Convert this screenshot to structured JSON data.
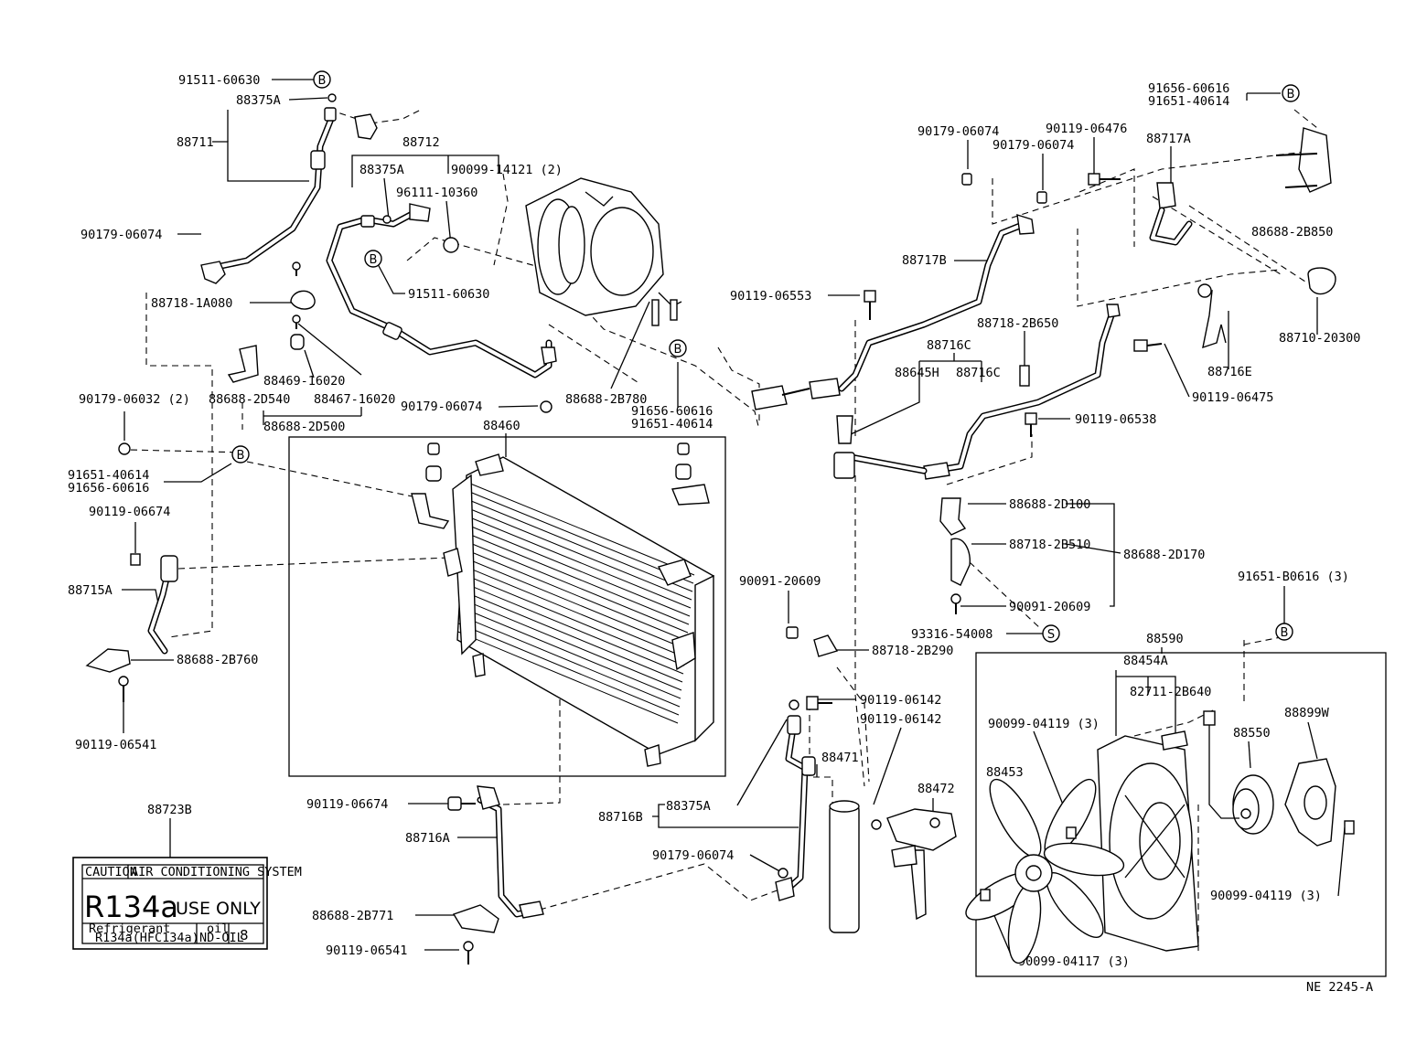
{
  "diagram_ref": "NE 2245-A",
  "marker_b": "B",
  "marker_s": "S",
  "labels": {
    "p9151160630a": "91511-60630",
    "p88375a_1": "88375A",
    "p88711": "88711",
    "p88712": "88712",
    "p88375a_2": "88375A",
    "p9009914121": "90099-14121 (2)",
    "p9611110360": "96111-10360",
    "p9017906074a": "90179-06074",
    "p9151160630b": "91511-60630",
    "p887181a080": "88718-1A080",
    "p8846916020": "88469-16020",
    "p888682d540": "88688-2D540",
    "p8846716020": "88467-16020",
    "p888682d500": "88688-2D500",
    "p9017906074b": "90179-06074",
    "p888682b780": "88688-2B780",
    "p9165660616a": "91656-60616",
    "p9165140614a": "91651-40614",
    "p9017906032": "90179-06032 (2)",
    "p9165140614b": "91651-40614",
    "p9165660616b": "91656-60616",
    "p9011906674a": "90119-06674",
    "p88715a": "88715A",
    "p888682b760": "88688-2B760",
    "p9011906541a": "90119-06541",
    "p88460": "88460",
    "p9017906074c": "90179-06074",
    "p9011906476": "90119-06476",
    "p9017906074d": "90179-06074",
    "p88717a": "88717A",
    "p9165660616c": "91656-60616",
    "p9165140614c": "91651-40614",
    "p888682b850": "88688-2B850",
    "p88717b": "88717B",
    "p9011906553": "90119-06553",
    "p887182b650": "88718-2B650",
    "p8871020300": "88710-20300",
    "p88716c_1": "88716C",
    "p88645h": "88645H",
    "p88716c_2": "88716C",
    "p88716e": "88716E",
    "p9011906475": "90119-06475",
    "p9011906538": "90119-06538",
    "p888682d100": "88688-2D100",
    "p887182b510": "88718-2B510",
    "p888682d170": "88688-2D170",
    "p9009120609a": "90091-20609",
    "p9009120609b": "90091-20609",
    "p9331654008": "93316-54008",
    "p887182b290": "88718-2B290",
    "p9165180616": "91651-B0616 (3)",
    "p88590": "88590",
    "p88454a": "88454A",
    "p827112b640": "82711-2B640",
    "p9009904119a": "90099-04119 (3)",
    "p88899w": "88899W",
    "p88550": "88550",
    "p88453": "88453",
    "p9009904119b": "90099-04119 (3)",
    "p9009904117": "90099-04117 (3)",
    "p9011906142a": "90119-06142",
    "p9011906142b": "90119-06142",
    "p88471": "88471",
    "p88472": "88472",
    "p9011906674b": "90119-06674",
    "p88375a_3": "88375A",
    "p88716b": "88716B",
    "p88716a": "88716A",
    "p9017906074e": "90179-06074",
    "p888682b771": "88688-2B771",
    "p9011906541b": "90119-06541",
    "p88723b": "88723B"
  },
  "caution_label": {
    "caution": "CAUTION",
    "system": "AIR CONDITIONING SYSTEM",
    "r134a": "R134a",
    "use_only": "USE ONLY",
    "refrigerant": "Refrigerant",
    "refrigerant_type": "R134a(HFC134a)",
    "oil": "oil",
    "oil_type": "ND-OIL",
    "oil_grade": "8"
  }
}
